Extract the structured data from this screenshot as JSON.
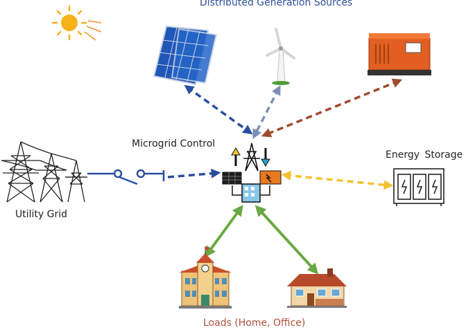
{
  "labels": {
    "title": "Distributed Generation Sources",
    "microgrid_control": "Microgrid Control",
    "utility_grid": "Utility Grid",
    "energy_storage": "Energy  Storage",
    "loads": "Loads (Home, Office)"
  },
  "colors": {
    "title": "#2e4f9a",
    "loads_text": "#b0503a",
    "solar_link": "#2a4f9f",
    "wind_link": "#7b8fb3",
    "generator_link": "#a14a2e",
    "grid_link": "#2a4f9f",
    "storage_link": "#f2c230",
    "load_link": "#6aa842",
    "sun": "#f7b21a"
  },
  "icons": [
    "sun-icon",
    "solar-panel-icon",
    "wind-turbine-icon",
    "diesel-generator-icon",
    "transmission-tower-icon",
    "switch-icon",
    "microgrid-controller-icon",
    "battery-storage-icon",
    "school-building-icon",
    "house-icon"
  ]
}
